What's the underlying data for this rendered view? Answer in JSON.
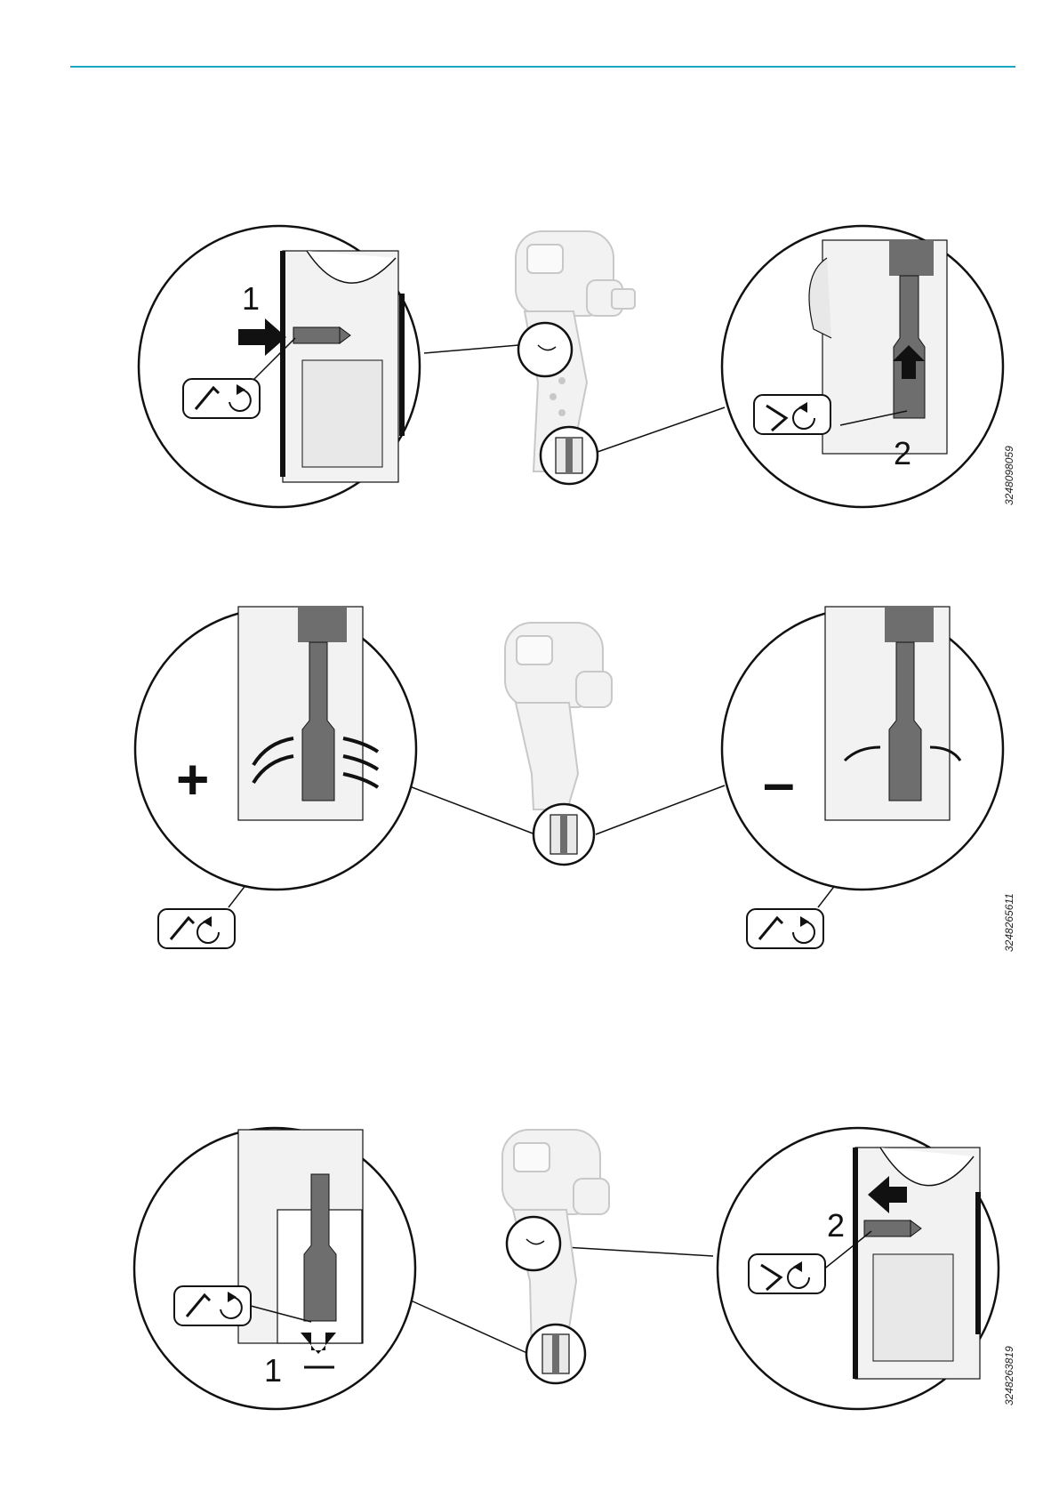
{
  "colors": {
    "rule": "#1ba6c4",
    "ink": "#111111",
    "part_gray": "#6e6e6e",
    "light_fill": "#e8e8e8",
    "tool_fill": "#f2f2f2",
    "tool_stroke": "#c8c8c8"
  },
  "figures": [
    {
      "id": "3248098059",
      "steps": [
        "1",
        "2"
      ],
      "icons": [
        "hex-key-clockwise-icon",
        "hex-key-counterclockwise-icon"
      ]
    },
    {
      "id": "3248265611",
      "signs": [
        "+",
        "–"
      ],
      "icons": [
        "hex-key-counterclockwise-icon",
        "hex-key-clockwise-icon"
      ]
    },
    {
      "id": "3248263819",
      "steps": [
        "1",
        "2"
      ],
      "icons": [
        "hex-key-clockwise-icon",
        "hex-key-counterclockwise-icon"
      ]
    }
  ]
}
